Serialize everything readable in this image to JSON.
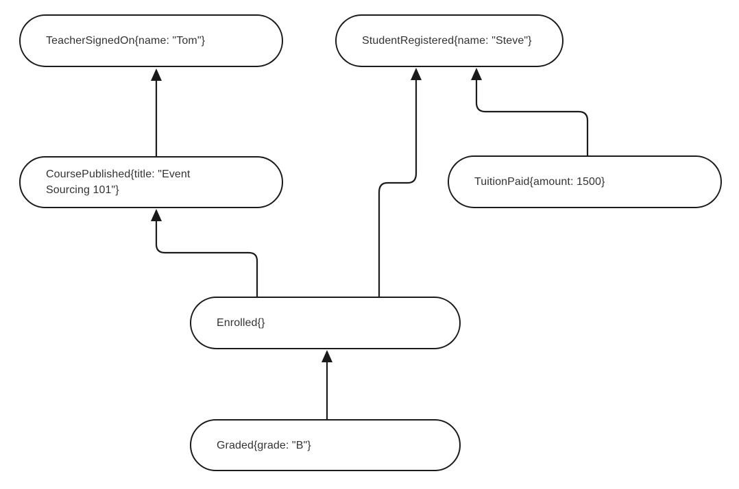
{
  "diagram": {
    "title": "event-sourcing-graph",
    "background_color": "#ffffff",
    "node_border_color": "#1a1a1a",
    "edge_color": "#1a1a1a",
    "text_color": "#333333",
    "nodes": [
      {
        "id": "teacher-signed-on",
        "label": "TeacherSignedOn{name: \"Tom\"}"
      },
      {
        "id": "student-registered",
        "label": "StudentRegistered{name: \"Steve\"}"
      },
      {
        "id": "course-published",
        "label": "CoursePublished{title: \"Event\nSourcing 101\"}"
      },
      {
        "id": "tuition-paid",
        "label": "TuitionPaid{amount: 1500}"
      },
      {
        "id": "enrolled",
        "label": "Enrolled{}"
      },
      {
        "id": "graded",
        "label": "Graded{grade: \"B\"}"
      }
    ],
    "edges": [
      {
        "from": "CoursePublished",
        "to": "TeacherSignedOn"
      },
      {
        "from": "Enrolled",
        "to": "CoursePublished"
      },
      {
        "from": "Enrolled",
        "to": "StudentRegistered"
      },
      {
        "from": "TuitionPaid",
        "to": "StudentRegistered"
      },
      {
        "from": "Graded",
        "to": "Enrolled"
      }
    ]
  }
}
